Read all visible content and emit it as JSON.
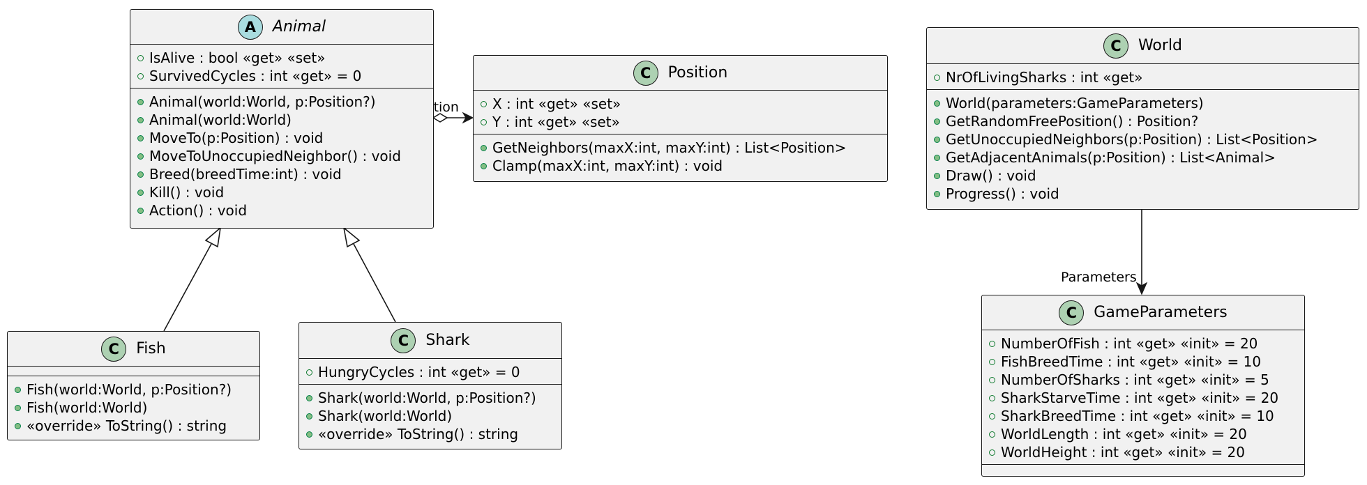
{
  "classes": {
    "animal": {
      "badge": "A",
      "name": "Animal",
      "fields": [
        "IsAlive : bool «get» «set»",
        "SurvivedCycles : int «get» = 0"
      ],
      "methods": [
        "Animal(world:World, p:Position?)",
        "Animal(world:World)",
        "MoveTo(p:Position) : void",
        "MoveToUnoccupiedNeighbor() : void",
        "Breed(breedTime:int) : void",
        "Kill() : void",
        "Action() : void"
      ]
    },
    "position": {
      "badge": "C",
      "name": "Position",
      "fields": [
        "X : int «get» «set»",
        "Y : int «get» «set»"
      ],
      "methods": [
        "GetNeighbors(maxX:int, maxY:int) : List<Position>",
        "Clamp(maxX:int, maxY:int) : void"
      ]
    },
    "world": {
      "badge": "C",
      "name": "World",
      "fields": [
        "NrOfLivingSharks : int «get»"
      ],
      "methods": [
        "World(parameters:GameParameters)",
        "GetRandomFreePosition() : Position?",
        "GetUnoccupiedNeighbors(p:Position) : List<Position>",
        "GetAdjacentAnimals(p:Position) : List<Animal>",
        "Draw() : void",
        "Progress() : void"
      ]
    },
    "fish": {
      "badge": "C",
      "name": "Fish",
      "fields": [],
      "methods": [
        "Fish(world:World, p:Position?)",
        "Fish(world:World)",
        "«override» ToString() : string"
      ]
    },
    "shark": {
      "badge": "C",
      "name": "Shark",
      "fields": [
        "HungryCycles : int «get» = 0"
      ],
      "methods": [
        "Shark(world:World, p:Position?)",
        "Shark(world:World)",
        "«override» ToString() : string"
      ]
    },
    "gameparameters": {
      "badge": "C",
      "name": "GameParameters",
      "fields": [
        "NumberOfFish : int «get» «init» = 20",
        "FishBreedTime : int «get» «init» = 10",
        "NumberOfSharks : int «get» «init» = 5",
        "SharkStarveTime : int «get» «init» = 20",
        "SharkBreedTime : int «get» «init» = 10",
        "WorldLength : int «get» «init» = 20",
        "WorldHeight : int «get» «init» = 20"
      ],
      "methods": []
    }
  },
  "edges": {
    "animal_position_label": "Position",
    "world_parameters_label": "Parameters"
  }
}
